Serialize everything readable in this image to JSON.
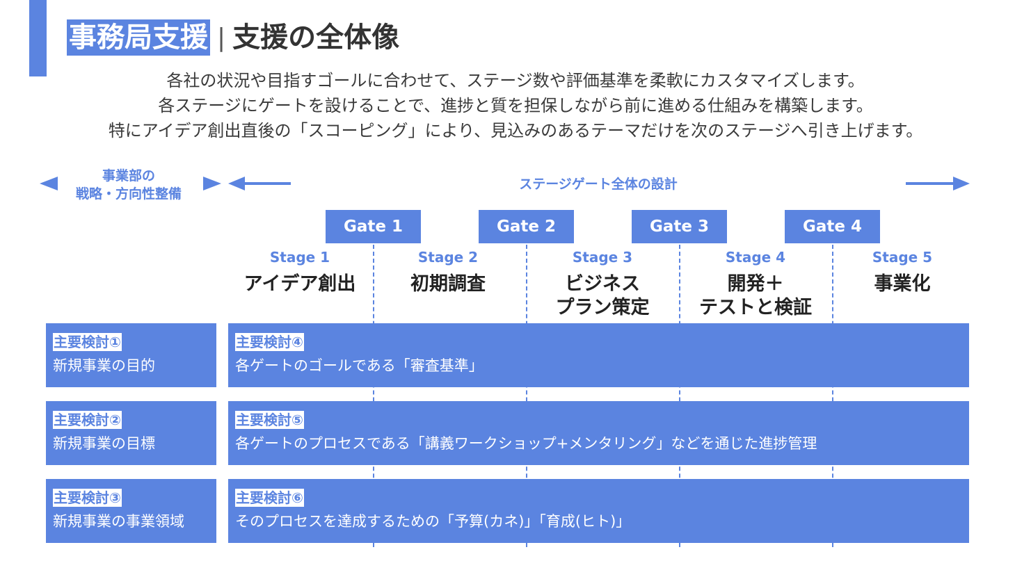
{
  "header": {
    "title_highlight": "事務局支援",
    "title_separator": "|",
    "title_main": "支援の全体像"
  },
  "description": [
    "各社の状況や目指すゴールに合わせて、ステージ数や評価基準を柔軟にカスタマイズします。",
    "各ステージにゲートを設けることで、進捗と質を担保しながら前に進める仕組みを構築します。",
    "特にアイデア創出直後の「スコーピング」により、見込みのあるテーマだけを次のステージへ引き上げます。"
  ],
  "left_label": {
    "line1": "事業部の",
    "line2": "戦略・方向性整備"
  },
  "overall_label": "ステージゲート全体の設計",
  "gates": [
    "Gate 1",
    "Gate 2",
    "Gate 3",
    "Gate 4"
  ],
  "stages": [
    {
      "num": "Stage 1",
      "name_line1": "アイデア創出",
      "name_line2": ""
    },
    {
      "num": "Stage 2",
      "name_line1": "初期調査",
      "name_line2": ""
    },
    {
      "num": "Stage 3",
      "name_line1": "ビジネス",
      "name_line2": "プラン策定"
    },
    {
      "num": "Stage 4",
      "name_line1": "開発＋",
      "name_line2": "テストと検証"
    },
    {
      "num": "Stage 5",
      "name_line1": "事業化",
      "name_line2": ""
    }
  ],
  "left_items": [
    {
      "label": "主要検討①",
      "text": "新規事業の目的"
    },
    {
      "label": "主要検討②",
      "text": "新規事業の目標"
    },
    {
      "label": "主要検討③",
      "text": "新規事業の事業領域"
    }
  ],
  "right_items": [
    {
      "label": "主要検討④",
      "text": "各ゲートのゴールである「審査基準」"
    },
    {
      "label": "主要検討⑤",
      "text": "各ゲートのプロセスである「講義ワークショップ+メンタリング」などを通じた進捗管理"
    },
    {
      "label": "主要検討⑥",
      "text": "そのプロセスを達成するための「予算(カネ)」「育成(ヒト)」"
    }
  ],
  "colors": {
    "accent": "#5b84e0",
    "text": "#333333",
    "background": "#ffffff"
  }
}
